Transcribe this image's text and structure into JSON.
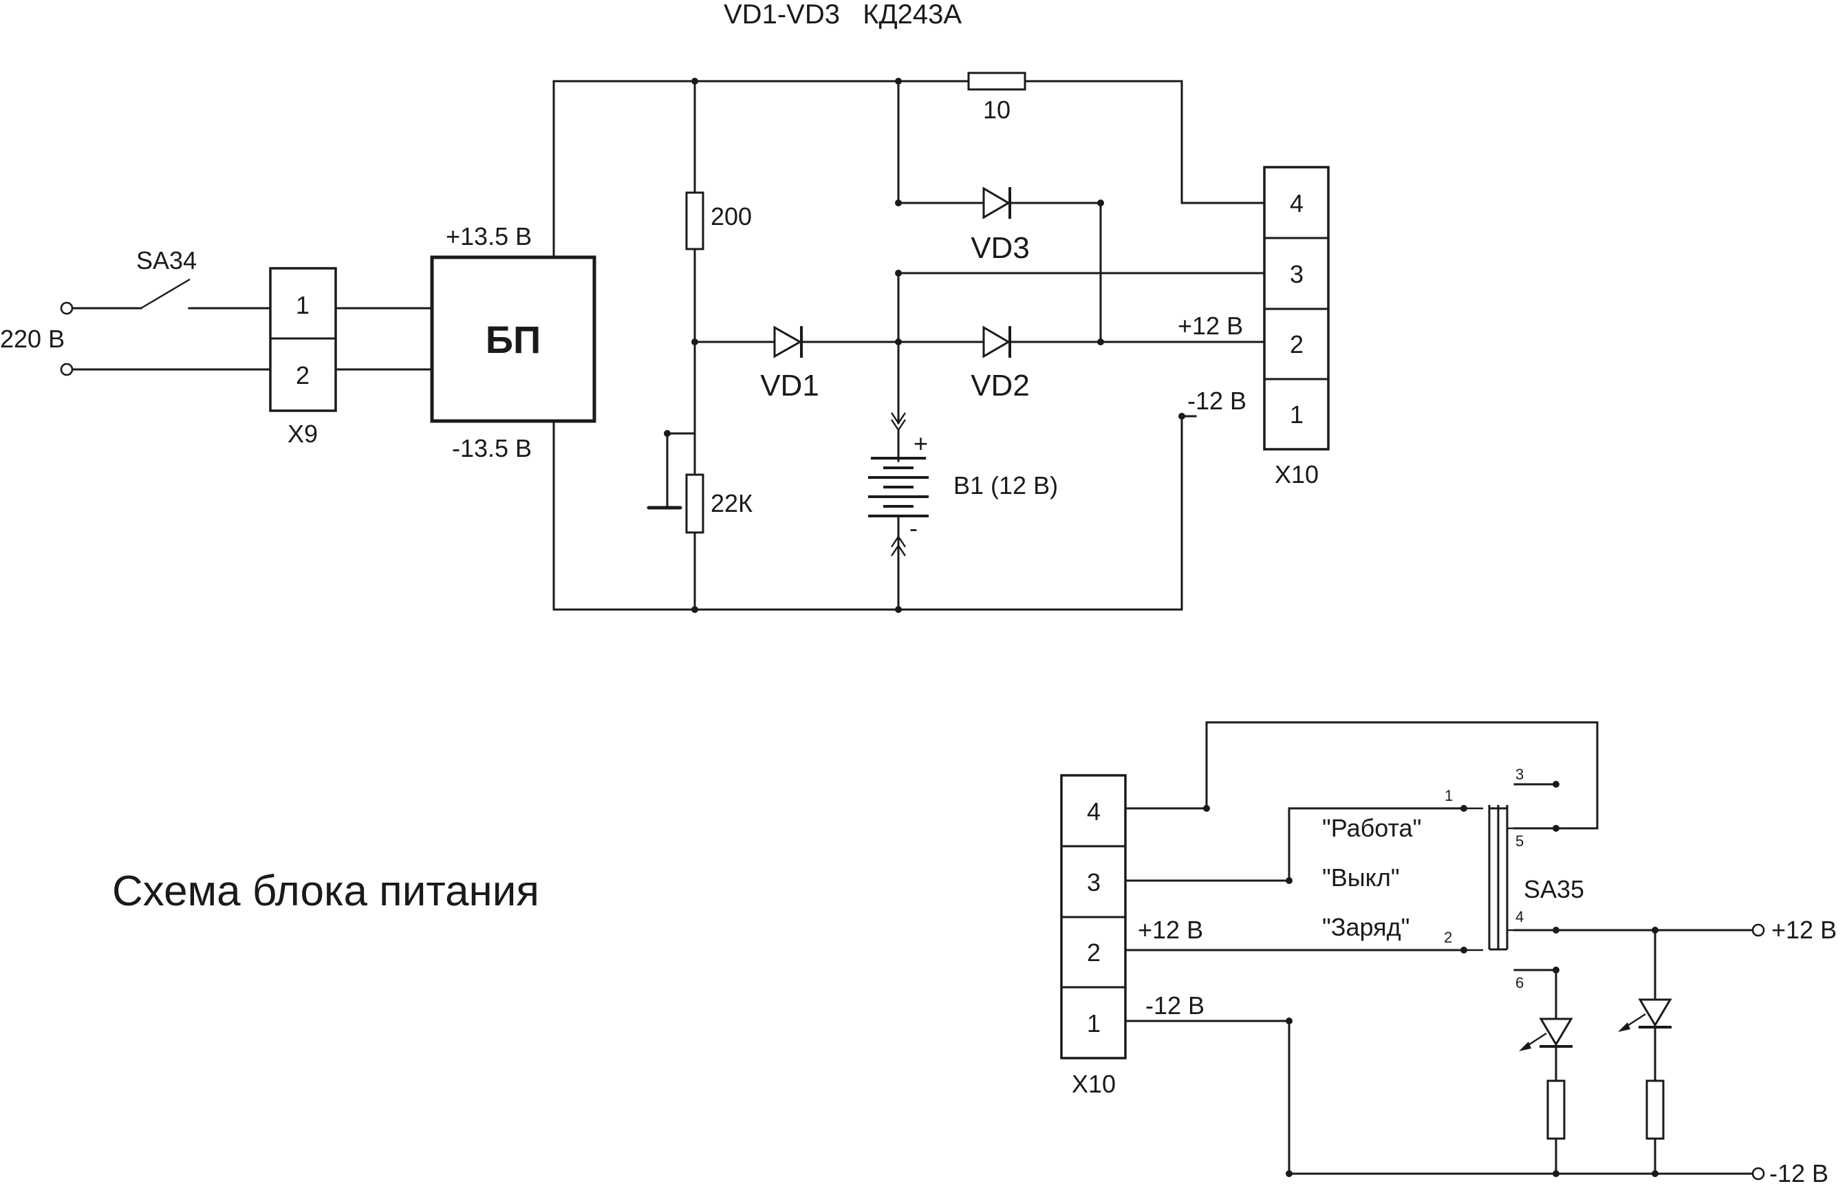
{
  "header": {
    "diodes_note": "VD1-VD3   КД243А"
  },
  "caption": "Схема блока питания",
  "main_circuit": {
    "switch_sa34": "SA34",
    "mains_voltage": "220 В",
    "connector_x9": {
      "name": "X9",
      "pins": [
        "1",
        "2"
      ]
    },
    "power_block": {
      "label": "БП",
      "plus_out": "+13.5 В",
      "minus_out": "-13.5 В"
    },
    "resistor_10": "10",
    "resistor_200": "200",
    "pot_22k": "22К",
    "diode_vd1": "VD1",
    "diode_vd2": "VD2",
    "diode_vd3": "VD3",
    "battery": {
      "label": "В1 (12 В)",
      "plus": "+",
      "minus": "-"
    },
    "connector_x10": {
      "name": "X10",
      "pins": [
        "4",
        "3",
        "2",
        "1"
      ],
      "plus12": "+12 В",
      "minus12": "-12 В"
    }
  },
  "switch_circuit": {
    "connector_x10": {
      "name": "X10",
      "pins": [
        "4",
        "3",
        "2",
        "1"
      ],
      "plus12": "+12 В",
      "minus12": "-12 В"
    },
    "switch_sa35": "SA35",
    "modes": [
      "\"Работа\"",
      "\"Выкл\"",
      "\"Заряд\""
    ],
    "contact_numbers": {
      "c1": "1",
      "c2": "2",
      "c3": "3",
      "c4": "4",
      "c5": "5",
      "c6": "6"
    },
    "out_plus": "+12 В",
    "out_minus": "-12 В"
  },
  "colors": {
    "ink": "#1a1a1a",
    "background": "#ffffff"
  }
}
